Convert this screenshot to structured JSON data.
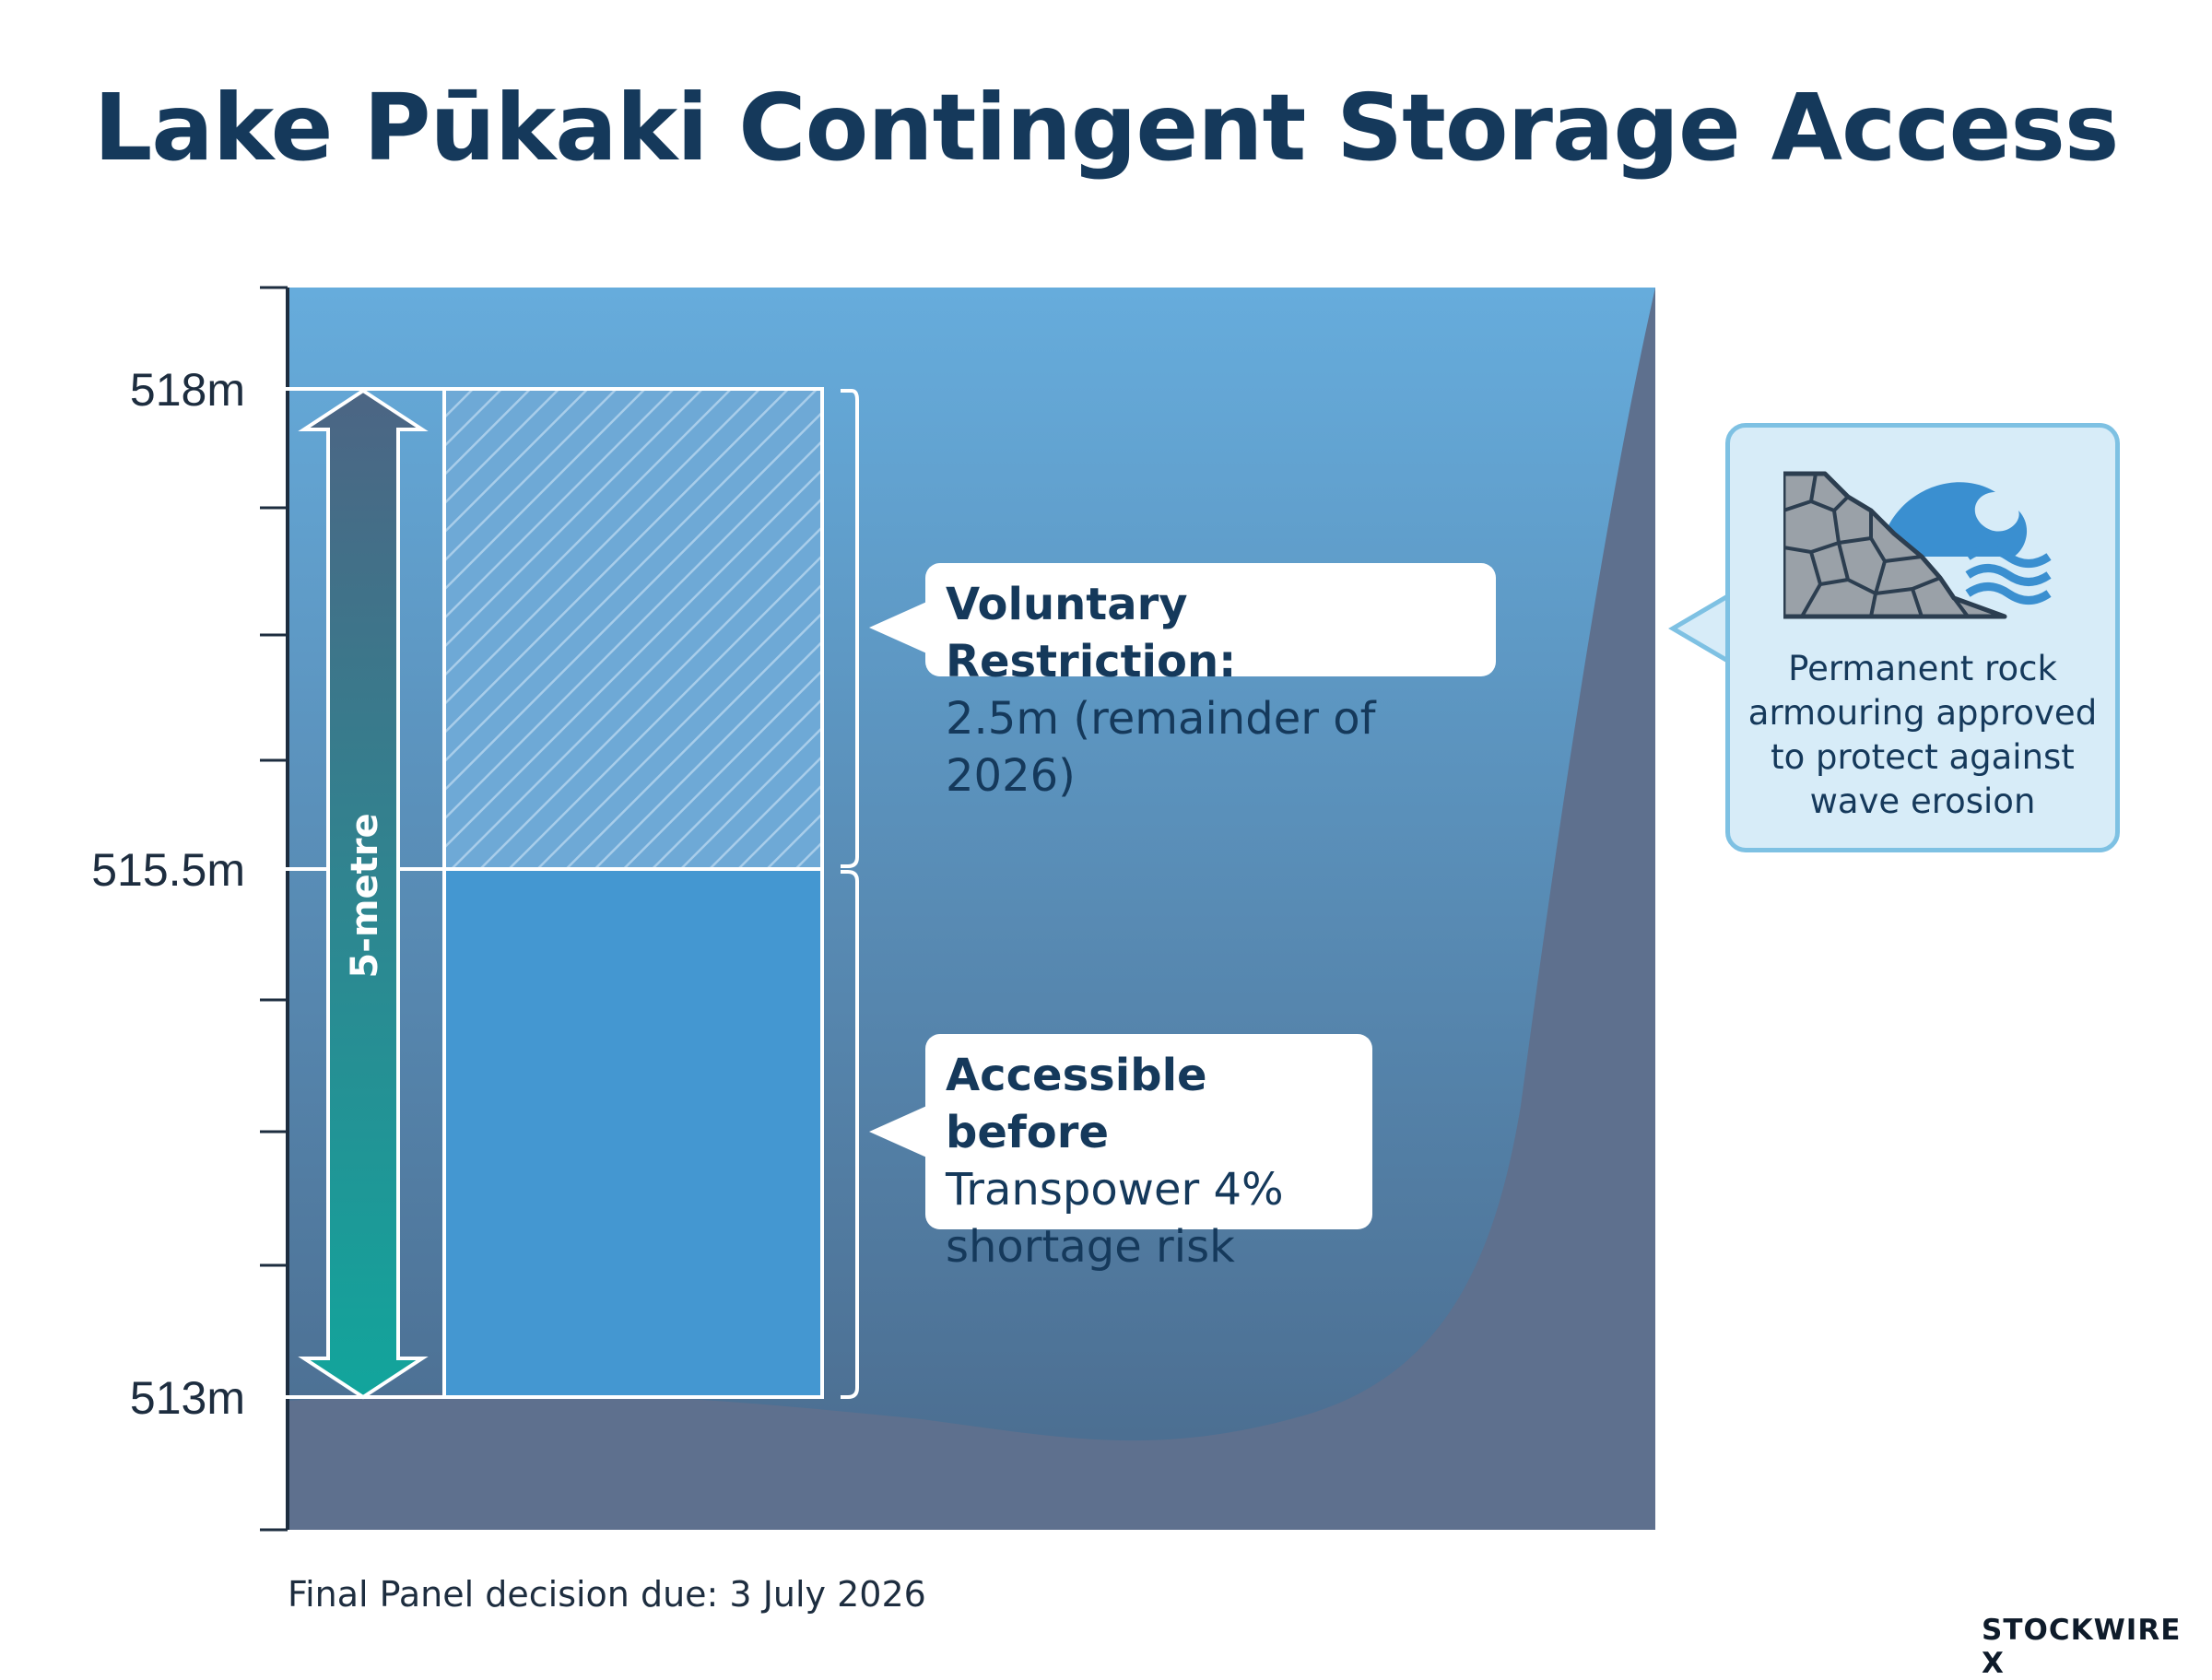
{
  "title": "Lake Pūkaki Contingent Storage Access",
  "levels": [
    {
      "value": 518,
      "label": "518m"
    },
    {
      "value": 515.5,
      "label": "515.5m"
    },
    {
      "value": 513,
      "label": "513m"
    }
  ],
  "depth_range_label": "5-metre",
  "zones": {
    "restricted": {
      "from": 515.5,
      "to": 518,
      "heading": "Voluntary Restriction:",
      "detail": "2.5m (remainder of 2026)"
    },
    "accessible": {
      "from": 513,
      "to": 515.5,
      "heading": "Accessible before",
      "detail_line1": "Transpower 4%",
      "detail_line2": "shortage risk"
    }
  },
  "rock_armouring": {
    "icon": "rock-wave-icon",
    "text_lines": [
      "Permanent rock",
      "armouring approved",
      "to protect against",
      "wave erosion"
    ]
  },
  "footer_note": "Final Panel decision due: 3 July 2026",
  "brand": "STOCKWIRE X",
  "colors": {
    "title": "#15395b",
    "water_top": "#66acdc",
    "water_bottom": "#4a6a8c",
    "terrain": "#5e708e",
    "accessible_fill": "#4497d1",
    "arrow_top": "#4c6584",
    "arrow_bottom": "#12a59c",
    "callout_border": "#7ec1e3"
  }
}
